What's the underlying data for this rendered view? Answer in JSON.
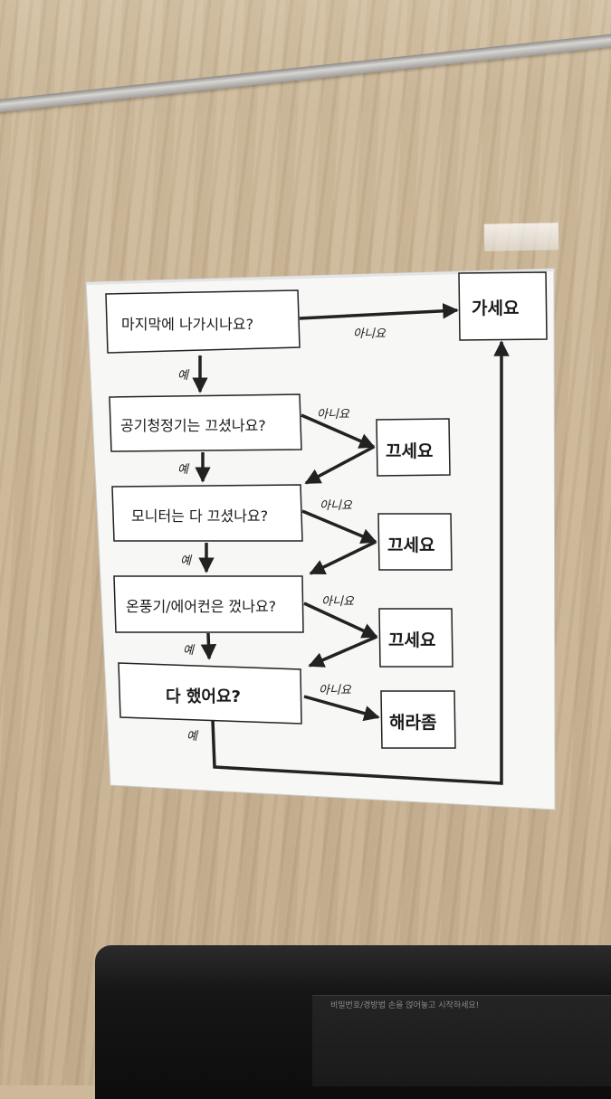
{
  "flowchart": {
    "q1": "마지막에 나가시나요?",
    "q2": "공기청정기는 끄셨나요?",
    "q3": "모니터는 다 끄셨나요?",
    "q4": "온풍기/에어컨은 껐나요?",
    "q5": "다 했어요?",
    "go": "가세요",
    "turn_off_1": "끄세요",
    "turn_off_2": "끄세요",
    "turn_off_3": "끄세요",
    "do_it": "해라좀",
    "yes": "예",
    "no": "아니요"
  },
  "lock_label": "비밀번호/경방법",
  "lock_instruction": "손을 얹어놓고 시작하세요!"
}
